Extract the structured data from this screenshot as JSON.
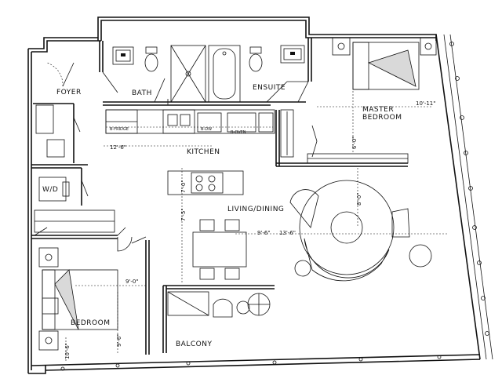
{
  "rooms": {
    "foyer": "FOYER",
    "bath": "BATH",
    "ensuite": "ENSUITE",
    "master_line1": "MASTER",
    "master_line2": "BEDROOM",
    "kitchen": "KITCHEN",
    "living": "LIVING/DINING",
    "bedroom": "BEDROOM",
    "balcony": "BALCONY",
    "wd": "W/D"
  },
  "appliances": {
    "fridge": "B-FRIDGE",
    "dw": "B-DW",
    "oven": "B-OVEN"
  },
  "dimensions": {
    "kitchen_width": "12'-6\"",
    "master_width": "10'-11\"",
    "master_depth": "6'-0\"",
    "island": "7'-0\"",
    "living_depth": "7'-5\"",
    "living_left": "9'-6\"",
    "living_right": "13'-6\"",
    "living_top": "8'-0\"",
    "bedroom_width": "9'-0\"",
    "bedroom_depth": "9'-6\"",
    "bedroom_side": "10'-6\""
  }
}
